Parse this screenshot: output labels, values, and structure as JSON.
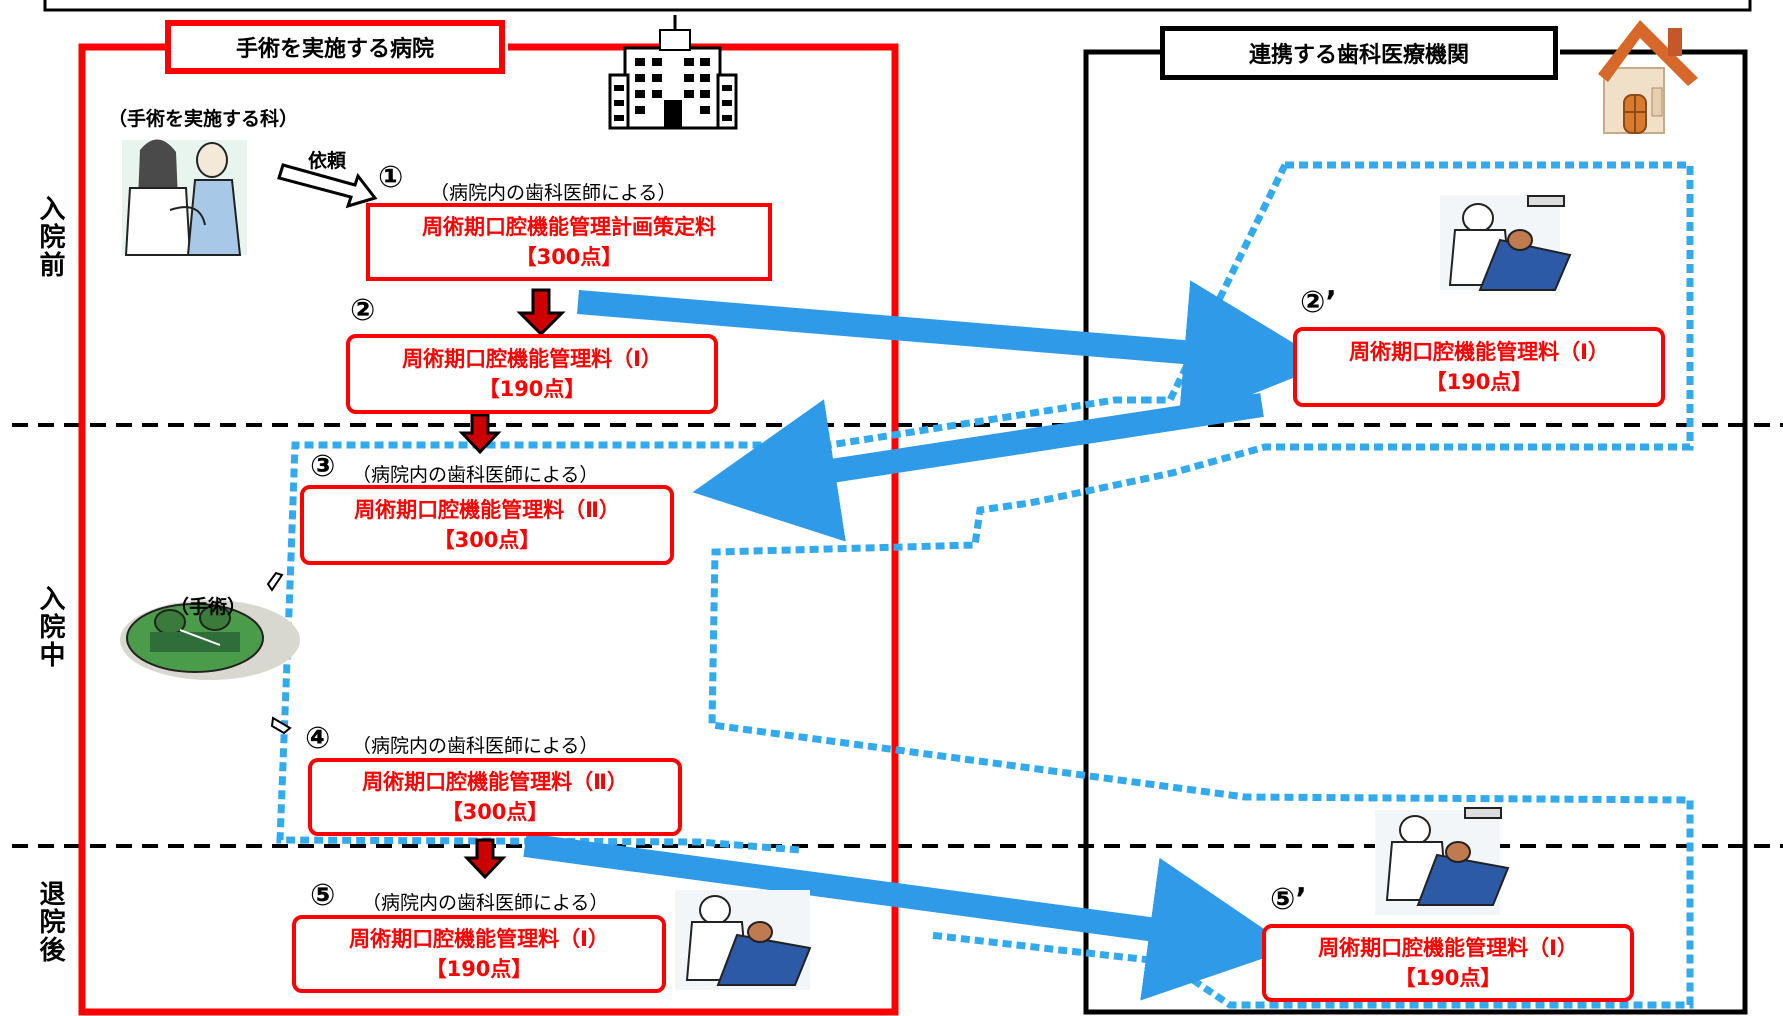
{
  "colors": {
    "hospital": "#ff0000",
    "fee_text": "#ff0000",
    "flow_arrow": "#2f9ae8",
    "dotted_region": "#33aaee"
  },
  "phases": {
    "before": "入院前",
    "during": "入院中",
    "after": "退院後"
  },
  "hospital": {
    "title": "手術を実施する病院",
    "department": "（手術を実施する科）",
    "surgery": "（手術）",
    "request": "依頼",
    "icon": "hospital-building-icon"
  },
  "dental": {
    "title": "連携する歯科医療機関",
    "icon": "house-icon"
  },
  "steps": [
    {
      "mark": "①",
      "note": "（病院内の歯科医師による）",
      "fee": "周術期口腔機能管理計画策定料",
      "points": "【300点】"
    },
    {
      "mark": "②",
      "note": "",
      "fee": "周術期口腔機能管理料（Ⅰ）",
      "points": "【190点】"
    },
    {
      "mark": "③",
      "note": "（病院内の歯科医師による）",
      "fee": "周術期口腔機能管理料（Ⅱ）",
      "points": "【300点】"
    },
    {
      "mark": "④",
      "note": "（病院内の歯科医師による）",
      "fee": "周術期口腔機能管理料（Ⅱ）",
      "points": "【300点】"
    },
    {
      "mark": "⑤",
      "note": "（病院内の歯科医師による）",
      "fee": "周術期口腔機能管理料（Ⅰ）",
      "points": "【190点】"
    }
  ],
  "dental_steps": [
    {
      "mark": "②’",
      "fee": "周術期口腔機能管理料（Ⅰ）",
      "points": "【190点】"
    },
    {
      "mark": "⑤’",
      "fee": "周術期口腔機能管理料（Ⅰ）",
      "points": "【190点】"
    }
  ]
}
